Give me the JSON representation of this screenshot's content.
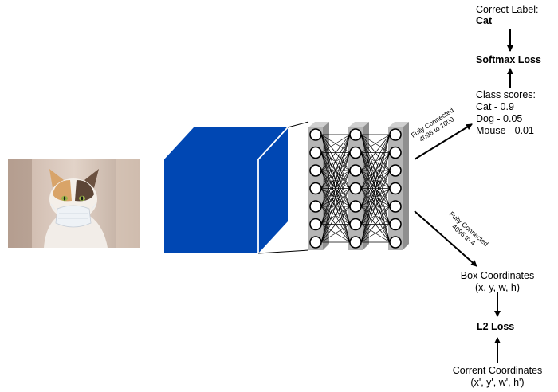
{
  "correct_label": {
    "heading": "Correct Label:",
    "value": "Cat"
  },
  "softmax_loss": "Softmax Loss",
  "class_scores": {
    "heading": "Class scores:",
    "items": [
      "Cat - 0.9",
      "Dog - 0.05",
      "Mouse - 0.01"
    ]
  },
  "fc_upper": {
    "line1": "Fully Connected",
    "line2": "4096 to 1000"
  },
  "fc_lower": {
    "line1": "Fully Connected",
    "line2": "4096 to 4"
  },
  "box_coordinates": {
    "line1": "Box Coordinates",
    "line2": "(x, y, w, h)"
  },
  "l2_loss": "L2 Loss",
  "correct_coordinates": {
    "line1": "Corrent Coordinates",
    "line2": "(x', y', w', h')"
  },
  "colors": {
    "feature_cube": "#0047b3",
    "layer_bar": "#b5b5b5"
  }
}
